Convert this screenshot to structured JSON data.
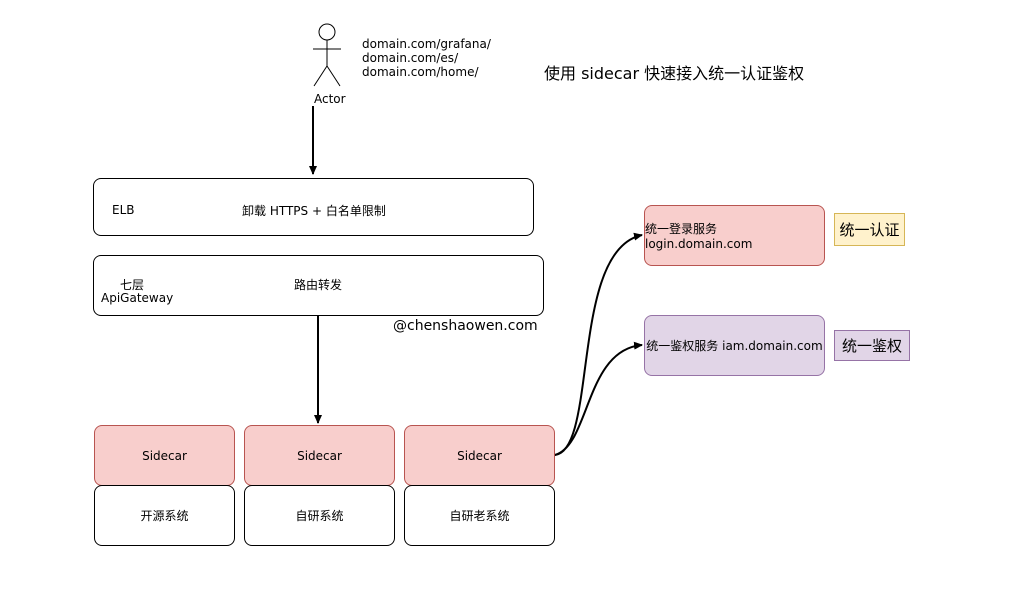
{
  "title": "使用 sidecar 快速接入统一认证鉴权",
  "actor": {
    "label": "Actor",
    "urls": [
      "domain.com/grafana/",
      "domain.com/es/",
      "domain.com/home/"
    ]
  },
  "elb": {
    "name": "ELB",
    "desc": "卸载 HTTPS + 白名单限制"
  },
  "gateway": {
    "name_line1": "七层",
    "name_line2": "ApiGateway",
    "desc": "路由转发"
  },
  "watermark": "@chenshaowen.com",
  "columns": [
    {
      "sidecar": "Sidecar",
      "system": "开源系统"
    },
    {
      "sidecar": "Sidecar",
      "system": "自研系统"
    },
    {
      "sidecar": "Sidecar",
      "system": "自研老系统"
    }
  ],
  "services": {
    "login": "统一登录服务 login.domain.com",
    "iam": "统一鉴权服务 iam.domain.com"
  },
  "tags": {
    "auth": "统一认证",
    "authz": "统一鉴权"
  },
  "colors": {
    "pink_fill": "#f8cecc",
    "pink_stroke": "#b85450",
    "purple_fill": "#e1d5e7",
    "purple_stroke": "#9673a6",
    "yellow_fill": "#fff2cc",
    "yellow_stroke": "#d6b656"
  }
}
